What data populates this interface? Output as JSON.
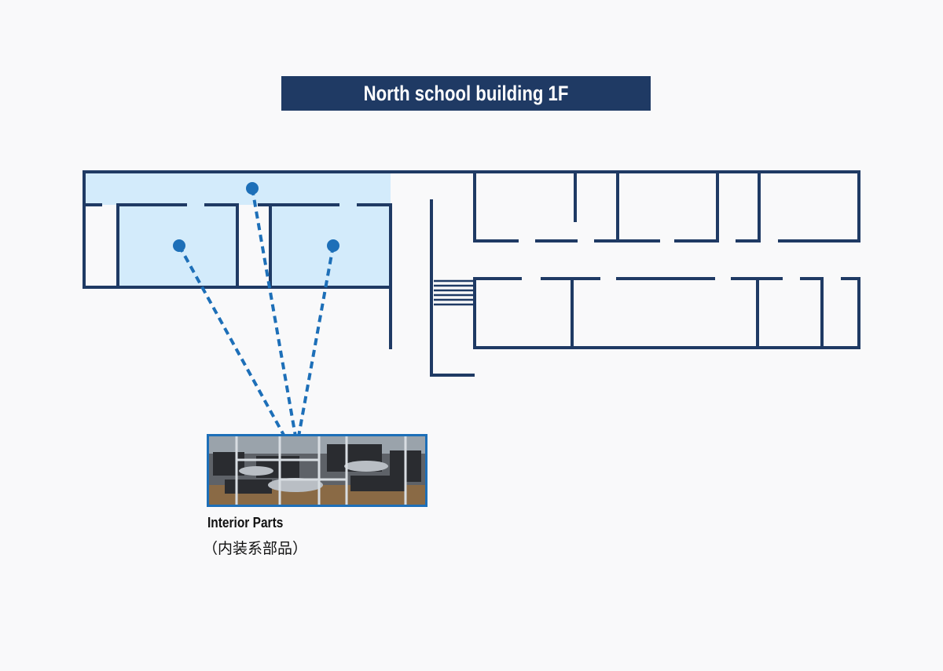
{
  "title": "North school building 1F",
  "colors": {
    "title_bg": "#1f3a64",
    "wall": "#1f3a64",
    "highlight": "#d3ebfb",
    "marker": "#1d6fb8",
    "frame": "#1d6fb8"
  },
  "markers": [
    {
      "name": "marker-top-room"
    },
    {
      "name": "marker-left-room"
    },
    {
      "name": "marker-right-room"
    }
  ],
  "photo": {
    "label": "Interior Parts",
    "sublabel": "（内装系部品）",
    "icon": "photo-of-stored-parts"
  }
}
